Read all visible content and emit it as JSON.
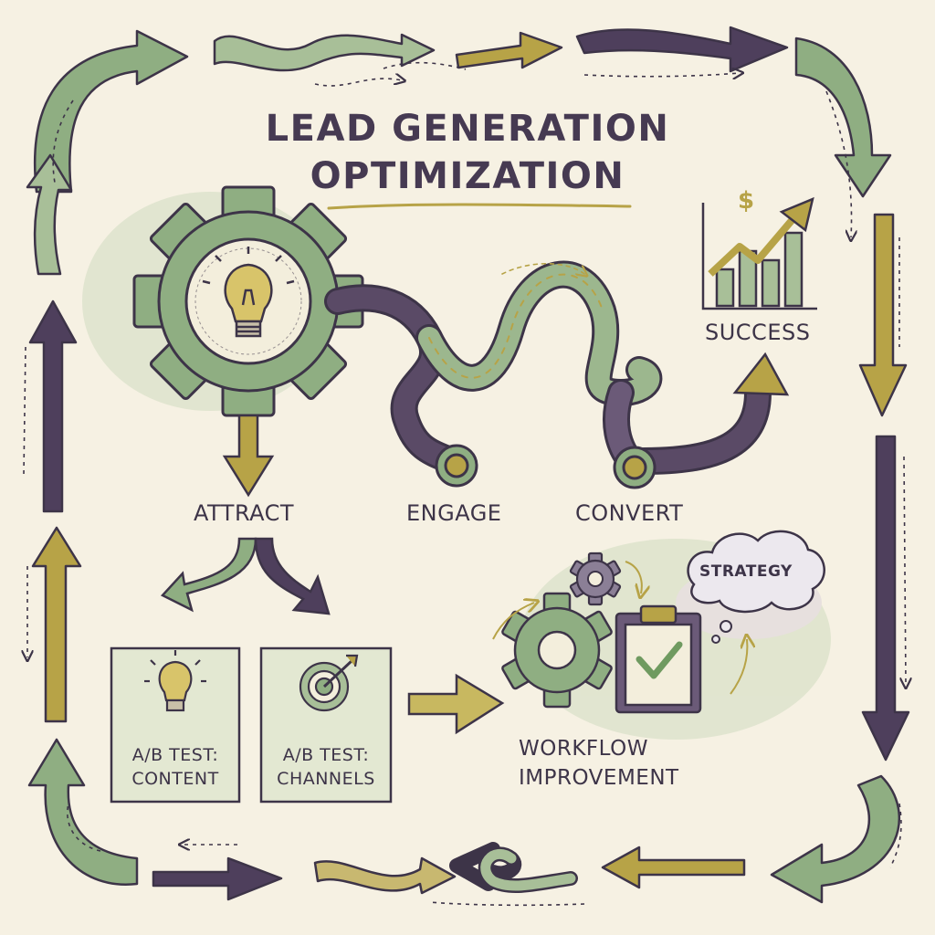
{
  "title": {
    "line1": "LEAD GENERATION",
    "line2": "OPTIMIZATION"
  },
  "stages": {
    "attract": "ATTRACT",
    "engage": "ENGAGE",
    "convert": "CONVERT"
  },
  "success": {
    "label": "SUCCESS",
    "currency_symbol": "$"
  },
  "tests": {
    "content": {
      "line1": "A/B TEST:",
      "line2": "CONTENT",
      "icon": "lightbulb-icon"
    },
    "channels": {
      "line1": "A/B TEST:",
      "line2": "CHANNELS",
      "icon": "target-icon"
    }
  },
  "workflow": {
    "line1": "WORKFLOW",
    "line2": "IMPROVEMENT"
  },
  "strategy": {
    "label": "STRATEGY"
  },
  "colors": {
    "paper": "#f6f1e3",
    "green": "#8fae82",
    "green_light": "#c8d8b8",
    "purple": "#4e3f5c",
    "gold": "#b7a347",
    "ink": "#3d3448"
  }
}
